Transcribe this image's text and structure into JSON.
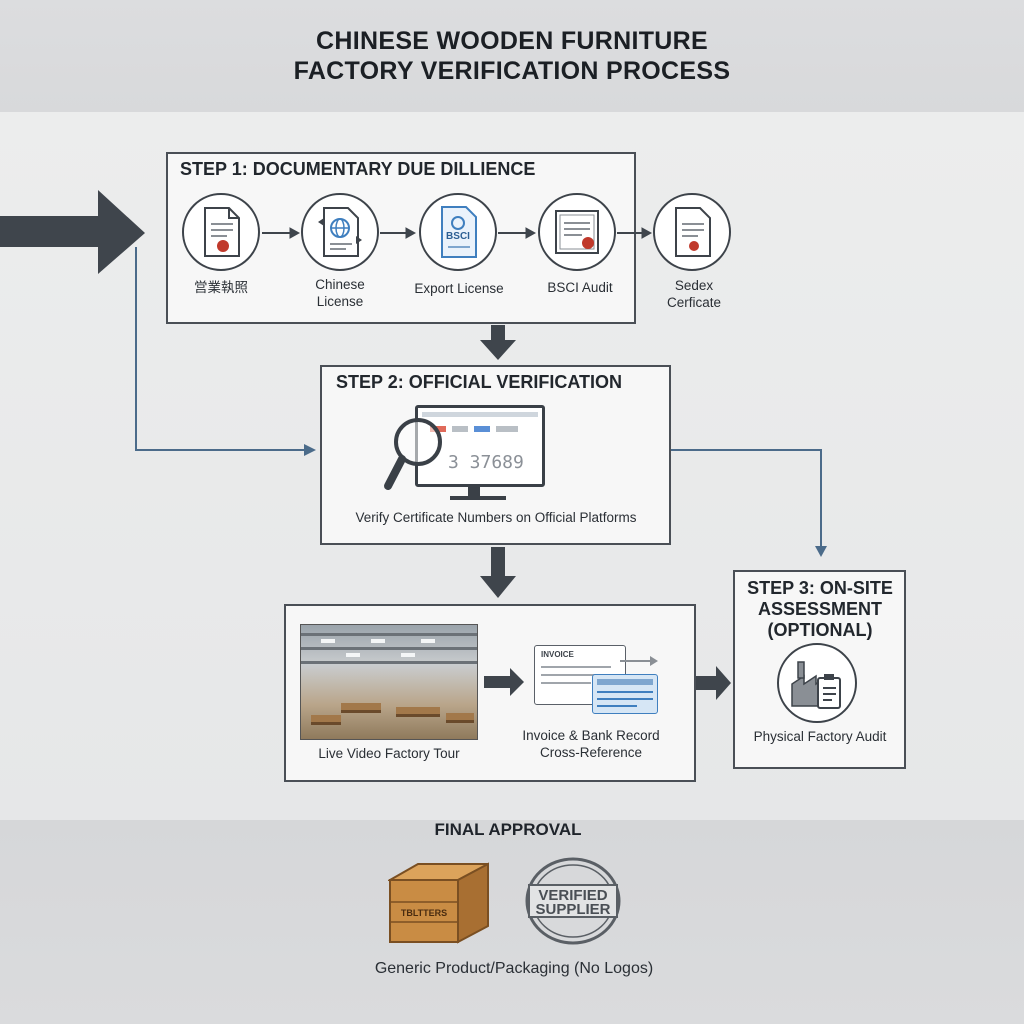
{
  "title": {
    "line1": "CHINESE WOODEN FURNITURE",
    "line2": "FACTORY VERIFICATION PROCESS"
  },
  "step1": {
    "title": "STEP 1: DOCUMENTARY DUE DILLIENCE",
    "items": [
      {
        "label": "営業執照",
        "icon": "document-with-seal-icon"
      },
      {
        "label": "Chinese\nLicense",
        "icon": "globe-document-icon"
      },
      {
        "label": "Export License",
        "icon": "bsci-document-icon",
        "badge": "BSCI"
      },
      {
        "label": "BSCI Audit",
        "icon": "certificate-icon"
      },
      {
        "label": "Sedex\nCerficate",
        "icon": "certificate-ribbon-icon"
      }
    ]
  },
  "step2": {
    "title": "STEP 2: OFFICIAL VERIFICATION",
    "screen_number": "3 37689",
    "caption": "Verify Certificate Numbers on Official Platforms"
  },
  "step2b": {
    "video_caption": "Live Video Factory Tour",
    "invoice_header": "INVOICE",
    "invoice_caption_line1": "Invoice & Bank Record",
    "invoice_caption_line2": "Cross-Reference"
  },
  "step3": {
    "title_line1": "STEP 3: ON-SITE",
    "title_line2": "ASSESSMENT",
    "title_line3": "(OPTIONAL)",
    "caption": "Physical Factory Audit",
    "icon": "factory-clipboard-icon"
  },
  "final": {
    "title": "FINAL APPROVAL",
    "crate_text": "TBLTTERS",
    "stamp_line1": "VERIFIED",
    "stamp_line2": "SUPPLIER",
    "caption": "Generic Product/Packaging (No Logos)"
  },
  "colors": {
    "arrow": "#3f454c",
    "stroke": "#4a4f56",
    "seal_red": "#c0392b",
    "doc_blue": "#3f7fbf",
    "crate_wood": "#c98c44"
  }
}
